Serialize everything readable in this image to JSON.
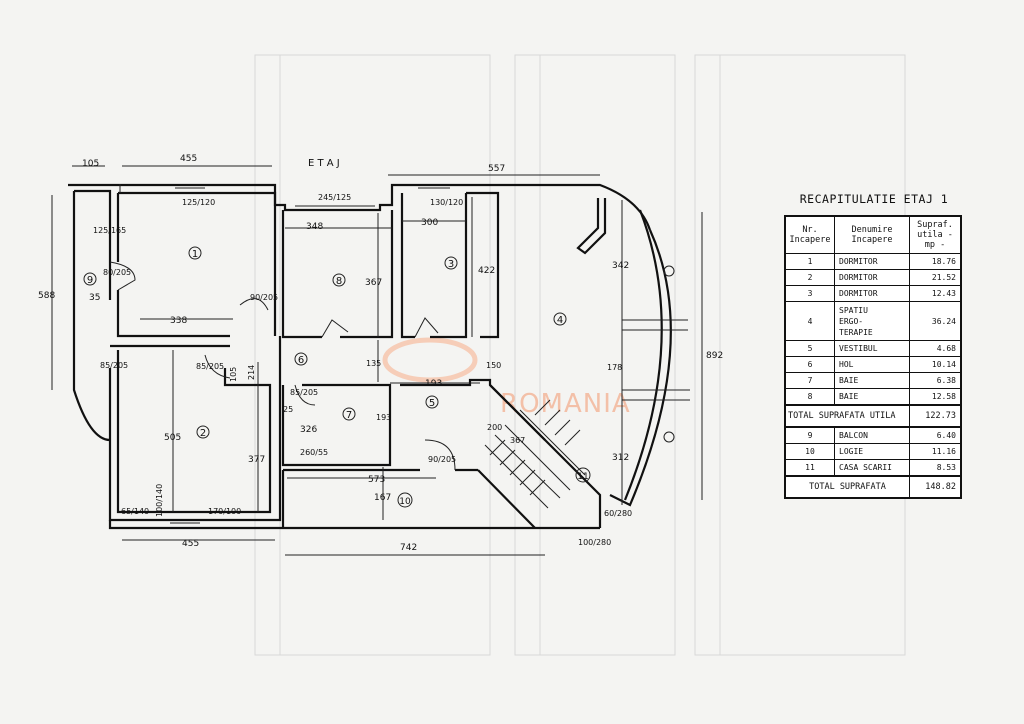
{
  "plan": {
    "floor_label": "E T A J",
    "watermark": "ROMANIA",
    "rooms": [
      "1",
      "2",
      "3",
      "4",
      "5",
      "6",
      "7",
      "8",
      "9",
      "10",
      "11"
    ],
    "dims": [
      "105",
      "455",
      "557",
      "245/125",
      "125/120",
      "130/120",
      "348",
      "300",
      "367",
      "422",
      "342",
      "125/165",
      "80/205",
      "35",
      "338",
      "90/205",
      "85/205",
      "85/205",
      "105",
      "214",
      "135",
      "150",
      "193",
      "178",
      "85/205",
      "25",
      "193",
      "326",
      "260/55",
      "200",
      "367",
      "90/205",
      "573",
      "505",
      "377",
      "167",
      "312",
      "892",
      "588",
      "65/140",
      "100/140",
      "170/100",
      "60/280",
      "100/280",
      "455",
      "742"
    ]
  },
  "recap": {
    "title": "RECAPITULATIE   ETAJ 1",
    "headers": [
      "Nr. Incapere",
      "Denumire Incapere",
      "Supraf. utila - mp -"
    ],
    "rows": [
      {
        "nr": "1",
        "name": "DORMITOR",
        "area": "18.76"
      },
      {
        "nr": "2",
        "name": "DORMITOR",
        "area": "21.52"
      },
      {
        "nr": "3",
        "name": "DORMITOR",
        "area": "12.43"
      },
      {
        "nr": "4",
        "name": "SPATIU ERGO- TERAPIE",
        "area": "36.24"
      },
      {
        "nr": "5",
        "name": "VESTIBUL",
        "area": "4.68"
      },
      {
        "nr": "6",
        "name": "HOL",
        "area": "10.14"
      },
      {
        "nr": "7",
        "name": "BAIE",
        "area": "6.38"
      },
      {
        "nr": "8",
        "name": "BAIE",
        "area": "12.58"
      }
    ],
    "total_useful": {
      "label": "TOTAL SUPRAFATA UTILA",
      "value": "122.73"
    },
    "extra_rows": [
      {
        "nr": "9",
        "name": "BALCON",
        "area": "6.40"
      },
      {
        "nr": "10",
        "name": "LOGIE",
        "area": "11.16"
      },
      {
        "nr": "11",
        "name": "CASA SCARII",
        "area": "8.53"
      }
    ],
    "total": {
      "label": "TOTAL SUPRAFATA",
      "value": "148.82"
    }
  }
}
